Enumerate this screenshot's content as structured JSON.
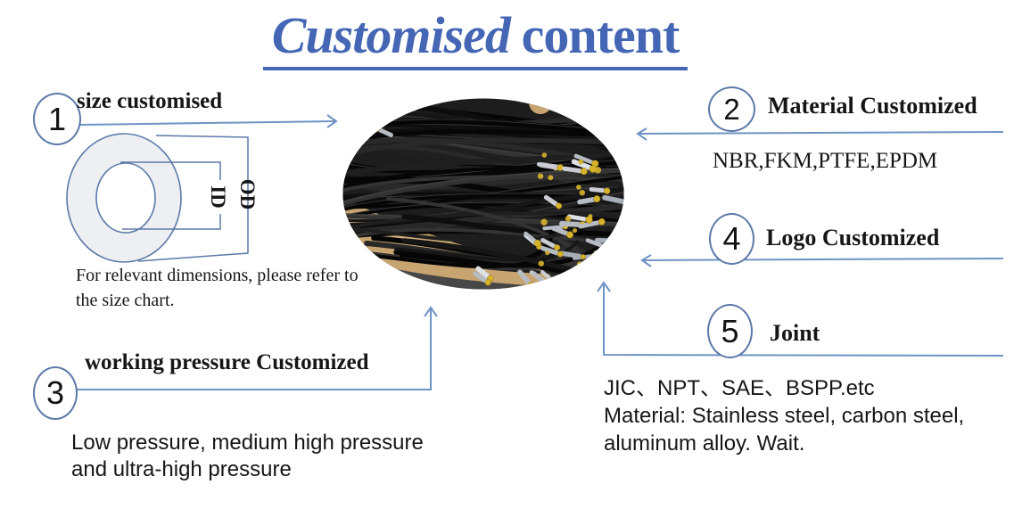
{
  "slide": {
    "title": {
      "em": "Customised",
      "rest": "content"
    },
    "c1": {
      "number": "1",
      "label": "size customised",
      "note": "For relevant dimensions, please refer to\nthe size chart."
    },
    "diagram": {
      "od": "OD",
      "id": "ID"
    },
    "c2": {
      "number": "2",
      "label": "Material Customized",
      "note": "NBR,FKM,PTFE,EPDM"
    },
    "c3": {
      "number": "3",
      "label": "working pressure Customized",
      "note": "Low pressure, medium high pressure\nand ultra-high pressure"
    },
    "c4": {
      "number": "4",
      "label": "Logo Customized"
    },
    "c5": {
      "number": "5",
      "label": "Joint",
      "note": "JIC、NPT、SAE、BSPP.etc\nMaterial: Stainless steel, carbon steel,\naluminum alloy. Wait."
    },
    "photo": {
      "alt": "Pile of black hydraulic hoses with crimped metal fittings and yellow protective caps"
    },
    "colors": {
      "accent_blue": "#4466b4",
      "connector_blue": "#6f93c4",
      "dim_line_blue": "#5c79a8",
      "hose_black": "#1d1d1d",
      "fitting_silver": "#c9cdd3",
      "cap_yellow": "#d7b32c",
      "cardboard_tan": "#c8a470"
    }
  }
}
